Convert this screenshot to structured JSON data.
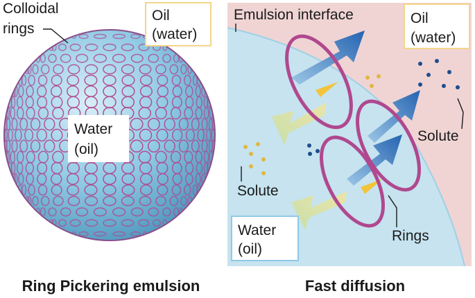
{
  "left_panel": {
    "colloidal_label_line1": "Colloidal",
    "colloidal_label_line2": "rings",
    "oil_label_line1": "Oil",
    "oil_label_line2": "(water)",
    "water_label_line1": "Water",
    "water_label_line2": "(oil)",
    "caption": "Ring Pickering emulsion"
  },
  "right_panel": {
    "interface_label": "Emulsion interface",
    "oil_label_line1": "Oil",
    "oil_label_line2": "(water)",
    "solute_label_right": "Solute",
    "solute_label_left": "Solute",
    "water_label_line1": "Water",
    "water_label_line2": "(oil)",
    "rings_label": "Rings",
    "caption": "Fast diffusion"
  },
  "colors": {
    "oil_region": "#f0d4d4",
    "water_region": "#c6e3ef",
    "ring": "#b0488f",
    "sphere_base": "#8ec9e4",
    "oil_box_border": "#f2d58a",
    "water_box_border": "#8fc8e8",
    "arrow_blue": "#2b6fb6",
    "arrow_yellow": "#dfe08a",
    "solute_blue": "#1e4d8c",
    "solute_yellow": "#e0b840"
  }
}
